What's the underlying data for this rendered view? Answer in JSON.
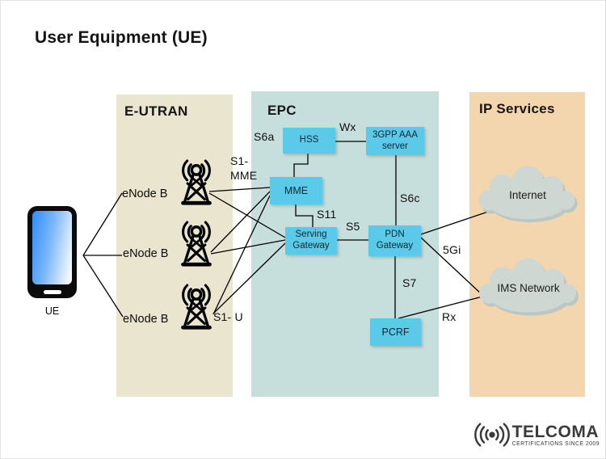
{
  "title": "User Equipment (UE)",
  "columns": {
    "eutran": {
      "label": "E-UTRAN",
      "bg": "#eae5ce"
    },
    "epc": {
      "label": "EPC",
      "bg": "#c7dfdc"
    },
    "ip_services": {
      "label": "IP Services",
      "bg": "#f4d6ae"
    }
  },
  "ue": {
    "label": "UE"
  },
  "enodebs": [
    "eNode B",
    "eNode B",
    "eNode B"
  ],
  "nodes": {
    "hss": "HSS",
    "mme": "MME",
    "sgw": "Serving Gateway",
    "aaa": "3GPP AAA server",
    "pgw": "PDN Gateway",
    "pcrf": "PCRF"
  },
  "clouds": {
    "internet": "Internet",
    "ims": "IMS Network"
  },
  "interfaces": {
    "s6a": "S6a",
    "wx": "Wx",
    "s1mme": "S1-\nMME",
    "s11": "S11",
    "s5": "S5",
    "s6c": "S6c",
    "s1u": "S1- U",
    "gi5": "5Gi",
    "s7": "S7",
    "rx": "Rx"
  },
  "logo": {
    "name": "TELCOMA",
    "tagline": "CERTIFICATIONS SINCE 2009"
  },
  "colors": {
    "node_fill": "#5bc9e8",
    "eutran_bg": "#eae5ce",
    "epc_bg": "#c7dfdc",
    "ip_bg": "#f4d6ae",
    "cloud_fill": "#cfd7d3",
    "cloud_shadow": "#bdc7c2",
    "line": "#000000"
  }
}
